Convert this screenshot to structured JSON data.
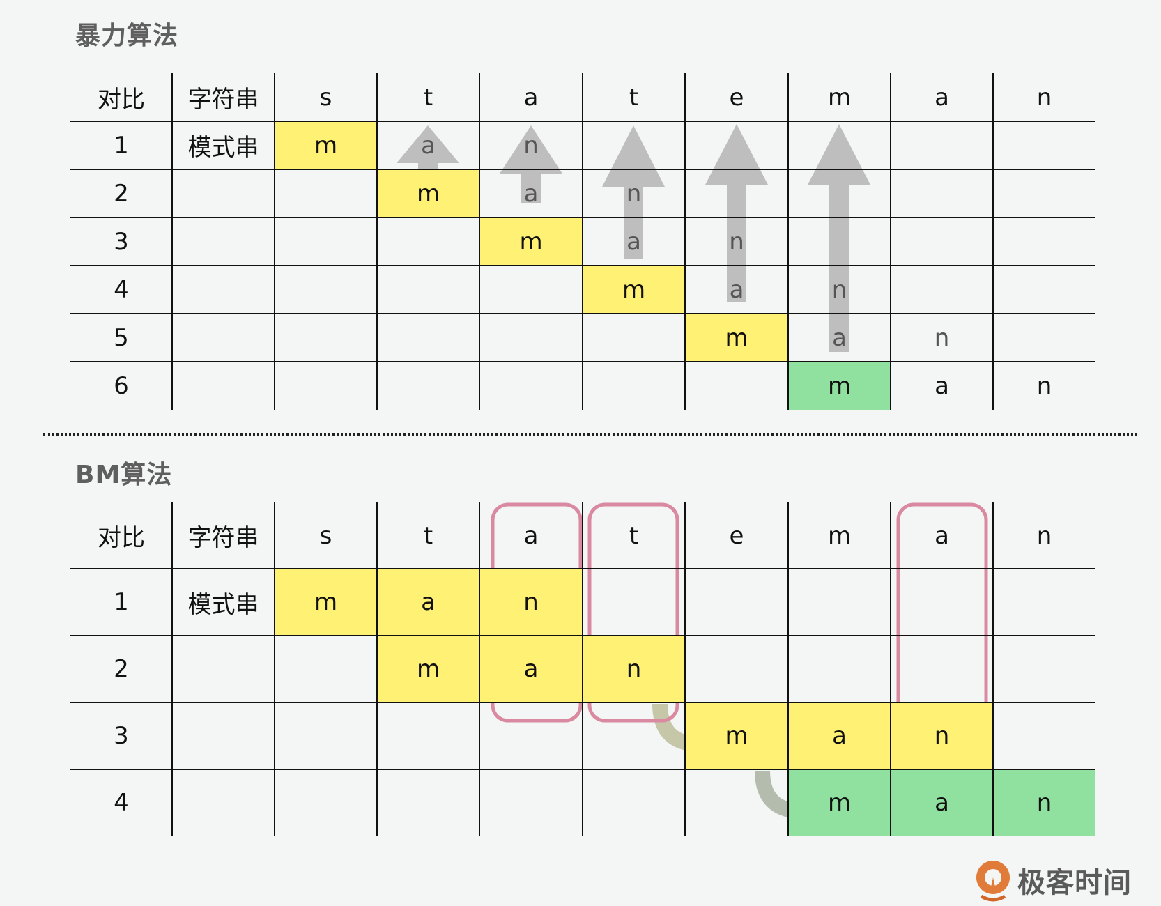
{
  "brute_force": {
    "title": "暴力算法",
    "header": [
      "对比",
      "字符串",
      "s",
      "t",
      "a",
      "t",
      "e",
      "m",
      "a",
      "n"
    ],
    "rows": [
      {
        "num": "1",
        "label": "模式串",
        "cells": [
          "m",
          "a",
          "n",
          "",
          "",
          "",
          "",
          ""
        ]
      },
      {
        "num": "2",
        "label": "",
        "cells": [
          "",
          "m",
          "a",
          "n",
          "",
          "",
          "",
          ""
        ]
      },
      {
        "num": "3",
        "label": "",
        "cells": [
          "",
          "",
          "m",
          "a",
          "n",
          "",
          "",
          ""
        ]
      },
      {
        "num": "4",
        "label": "",
        "cells": [
          "",
          "",
          "",
          "m",
          "a",
          "n",
          "",
          ""
        ]
      },
      {
        "num": "5",
        "label": "",
        "cells": [
          "",
          "",
          "",
          "",
          "m",
          "a",
          "n",
          ""
        ]
      },
      {
        "num": "6",
        "label": "",
        "cells": [
          "",
          "",
          "",
          "",
          "",
          "m",
          "a",
          "n"
        ]
      }
    ],
    "highlight_color_mismatch": "#fff173",
    "highlight_color_match": "#90e0a0",
    "arrow_color": "#bbbbbb"
  },
  "bm": {
    "title": "BM算法",
    "header": [
      "对比",
      "字符串",
      "s",
      "t",
      "a",
      "t",
      "e",
      "m",
      "a",
      "n"
    ],
    "rows": [
      {
        "num": "1",
        "label": "模式串",
        "cells": [
          "m",
          "a",
          "n",
          "",
          "",
          "",
          "",
          ""
        ]
      },
      {
        "num": "2",
        "label": "",
        "cells": [
          "",
          "m",
          "a",
          "n",
          "",
          "",
          "",
          ""
        ]
      },
      {
        "num": "3",
        "label": "",
        "cells": [
          "",
          "",
          "",
          "",
          "m",
          "a",
          "n",
          ""
        ]
      },
      {
        "num": "4",
        "label": "",
        "cells": [
          "",
          "",
          "",
          "",
          "",
          "m",
          "a",
          "n"
        ]
      }
    ],
    "bad_char_box_color": "#d98aa0",
    "shift_arrow_color": "#c0c0a0"
  },
  "brand": {
    "logo_text": "极客时间",
    "logo_color": "#e07b39"
  }
}
